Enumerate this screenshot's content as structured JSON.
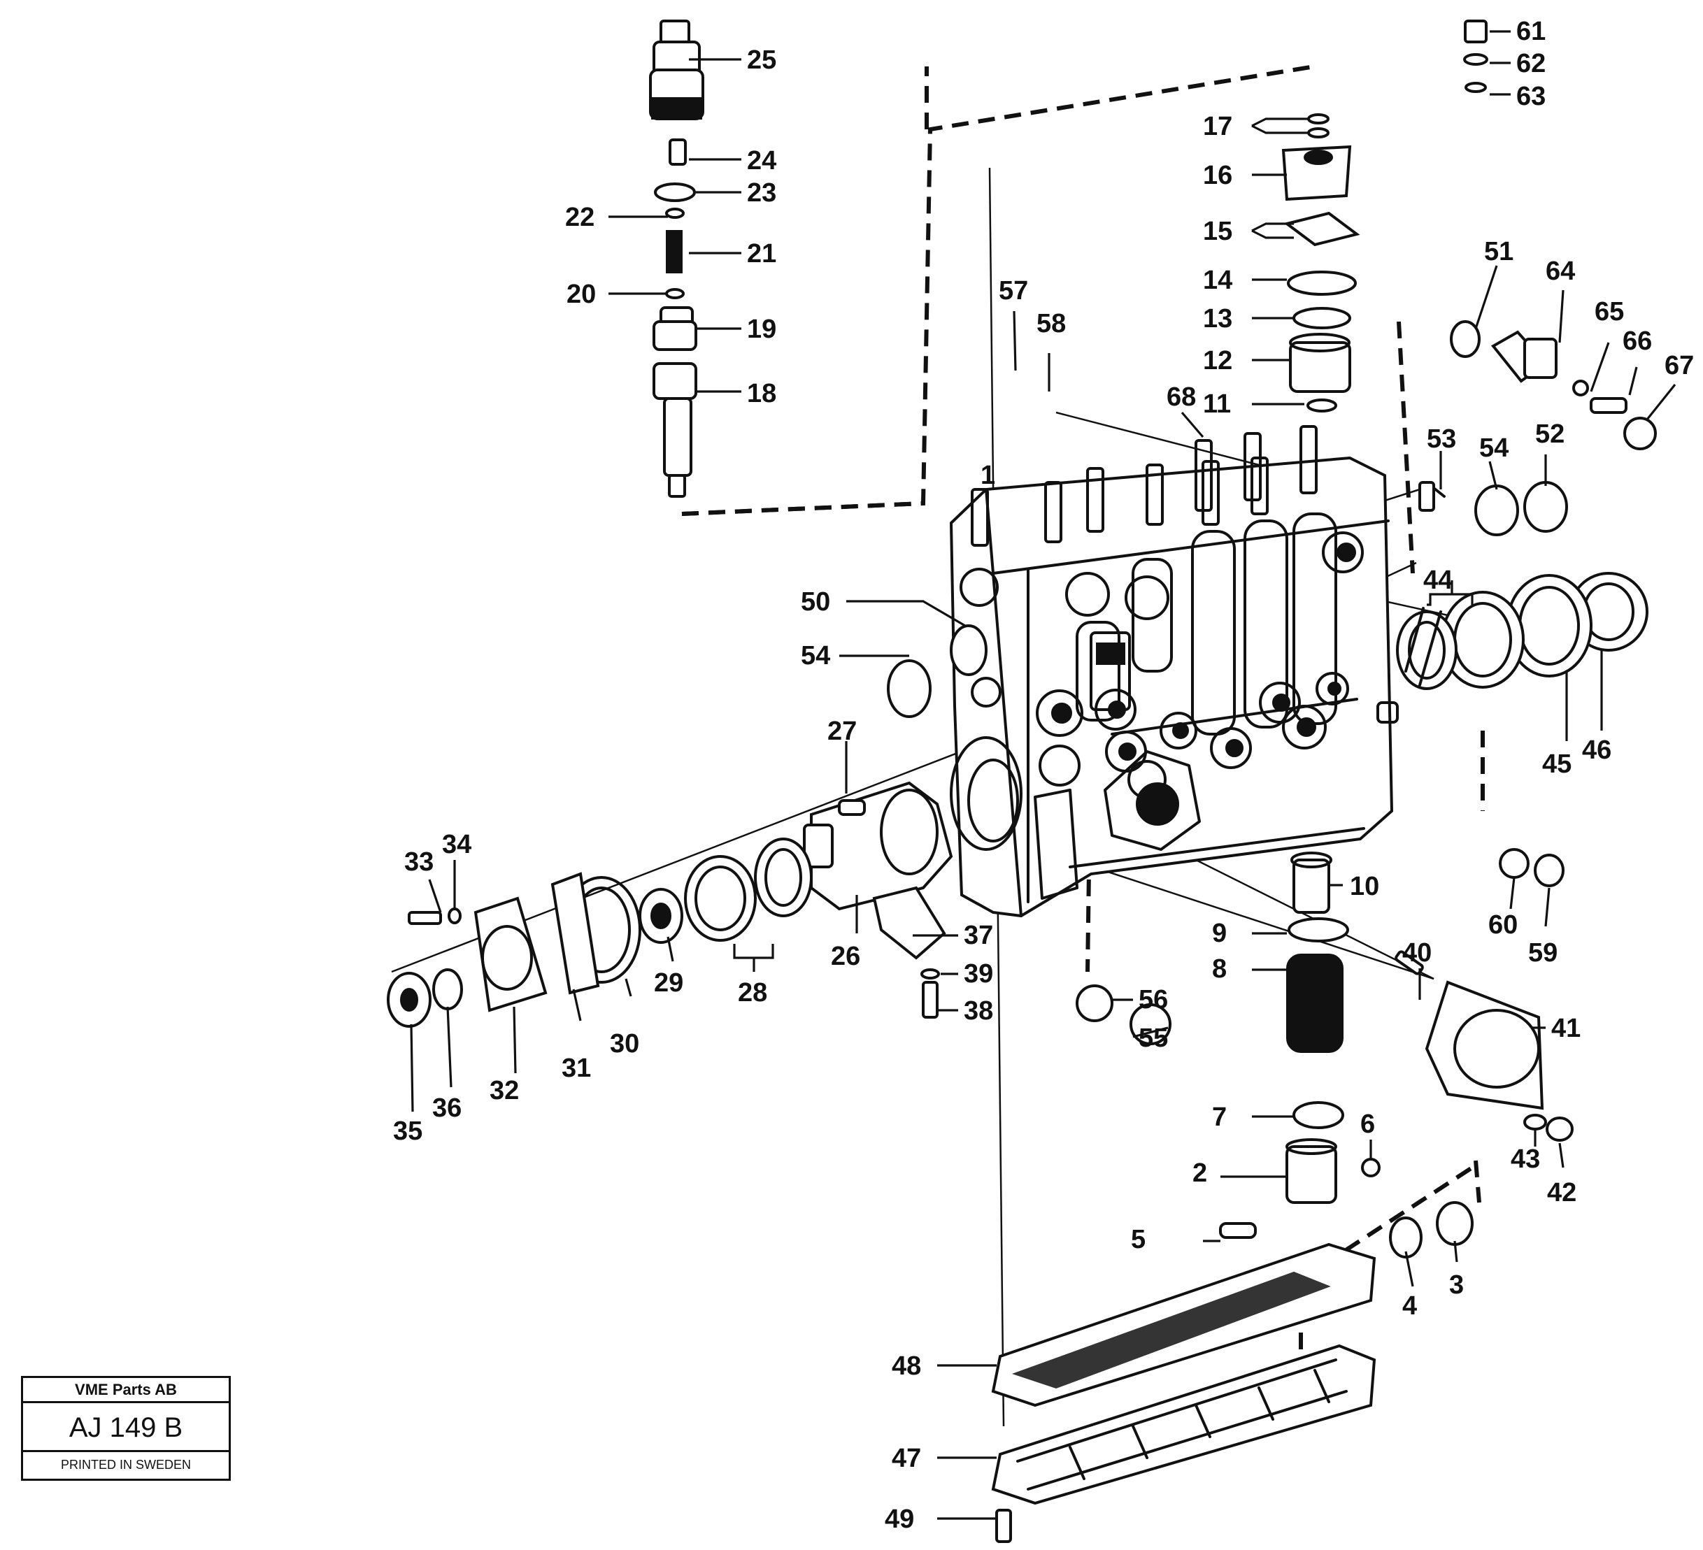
{
  "callouts": [
    "1",
    "2",
    "3",
    "4",
    "5",
    "6",
    "7",
    "8",
    "9",
    "10",
    "11",
    "12",
    "13",
    "14",
    "15",
    "16",
    "17",
    "18",
    "19",
    "20",
    "21",
    "22",
    "23",
    "24",
    "25",
    "26",
    "27",
    "28",
    "29",
    "30",
    "31",
    "32",
    "33",
    "34",
    "35",
    "36",
    "37",
    "38",
    "39",
    "40",
    "41",
    "42",
    "43",
    "44",
    "45",
    "46",
    "47",
    "48",
    "49",
    "50",
    "51",
    "52",
    "53",
    "54",
    "54",
    "55",
    "56",
    "57",
    "58",
    "59",
    "60",
    "61",
    "62",
    "63",
    "64",
    "65",
    "66",
    "67",
    "68"
  ],
  "stamp": {
    "company": "VME Parts AB",
    "code": "AJ 149 B",
    "printed": "PRINTED IN SWEDEN"
  }
}
